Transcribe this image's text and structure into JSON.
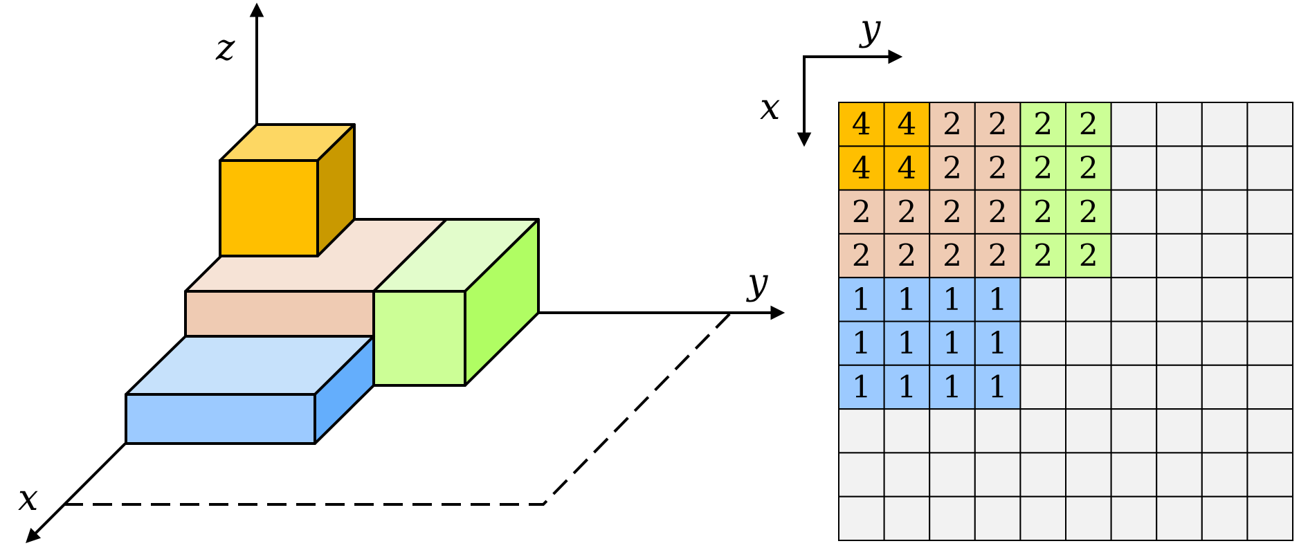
{
  "left_axes": {
    "z_label": "z",
    "y_label": "y",
    "x_label": "x"
  },
  "right_axes": {
    "y_label": "y",
    "x_label": "x"
  },
  "blocks": [
    {
      "name": "blue-block",
      "height_value": "1",
      "top": "#c6e1fb",
      "front": "#9ccaff",
      "side": "#64aefc"
    },
    {
      "name": "peach-block",
      "height_value": "2",
      "top": "#f6e3d6",
      "front": "#efcbb3",
      "side": "#efcbb3"
    },
    {
      "name": "green-block",
      "height_value": "2",
      "top": "#e2fccb",
      "front": "#ccfe96",
      "side": "#b0fd63"
    },
    {
      "name": "orange-block",
      "height_value": "4",
      "top": "#fdd763",
      "front": "#ffbf00",
      "side": "#c99900"
    }
  ],
  "grid": {
    "empty_color": "#f2f2f2",
    "palette": {
      "4": "#ffbf00",
      "2p": "#efcbb3",
      "2g": "#ccfe96",
      "1": "#9ccaff"
    },
    "rows": [
      [
        "4",
        "4",
        "2p",
        "2p",
        "2g",
        "2g",
        "",
        "",
        "",
        ""
      ],
      [
        "4",
        "4",
        "2p",
        "2p",
        "2g",
        "2g",
        "",
        "",
        "",
        ""
      ],
      [
        "2p",
        "2p",
        "2p",
        "2p",
        "2g",
        "2g",
        "",
        "",
        "",
        ""
      ],
      [
        "2p",
        "2p",
        "2p",
        "2p",
        "2g",
        "2g",
        "",
        "",
        "",
        ""
      ],
      [
        "1",
        "1",
        "1",
        "1",
        "",
        "",
        "",
        "",
        "",
        ""
      ],
      [
        "1",
        "1",
        "1",
        "1",
        "",
        "",
        "",
        "",
        "",
        ""
      ],
      [
        "1",
        "1",
        "1",
        "1",
        "",
        "",
        "",
        "",
        "",
        ""
      ],
      [
        "",
        "",
        "",
        "",
        "",
        "",
        "",
        "",
        "",
        ""
      ],
      [
        "",
        "",
        "",
        "",
        "",
        "",
        "",
        "",
        "",
        ""
      ],
      [
        "",
        "",
        "",
        "",
        "",
        "",
        "",
        "",
        "",
        ""
      ]
    ],
    "labels": {
      "4": "4",
      "2p": "2",
      "2g": "2",
      "1": "1"
    }
  }
}
